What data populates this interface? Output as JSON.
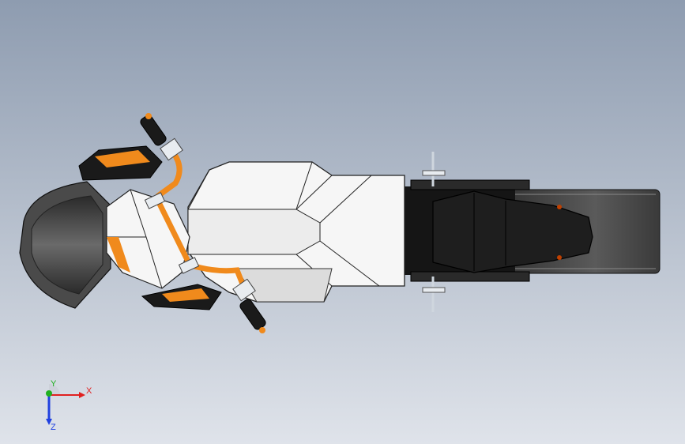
{
  "viewport": {
    "background_top": "#8e9cb0",
    "background_bottom": "#dfe3ea"
  },
  "model": {
    "colors": {
      "accent_orange": "#f08a1c",
      "body_white": "#f6f6f6",
      "tire_dark": "#3c3c3c",
      "seat_black": "#1c1c1c",
      "chrome": "#d8dde4"
    },
    "parts": [
      "front-wheel",
      "front-fairing",
      "handlebar",
      "fuel-tank",
      "seat",
      "rear-wheel",
      "footpegs"
    ]
  },
  "triad": {
    "x_label": "X",
    "y_label": "Y",
    "z_label": "Z",
    "x_color": "#e02020",
    "y_color": "#20b020",
    "z_color": "#2040e0"
  }
}
